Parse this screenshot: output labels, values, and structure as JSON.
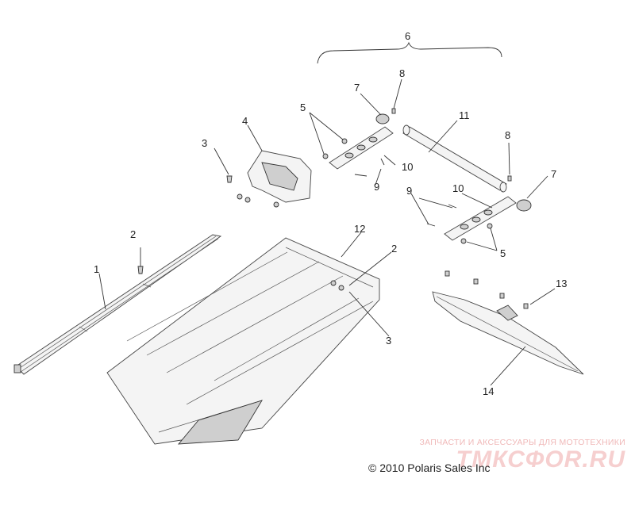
{
  "callouts": {
    "c1": "1",
    "c2a": "2",
    "c2b": "2",
    "c3a": "3",
    "c3b": "3",
    "c4": "4",
    "c5a": "5",
    "c5b": "5",
    "c6": "6",
    "c7a": "7",
    "c7b": "7",
    "c8a": "8",
    "c8b": "8",
    "c9a": "9",
    "c9b": "9",
    "c10a": "10",
    "c10b": "10",
    "c11": "11",
    "c12": "12",
    "c13": "13",
    "c14": "14"
  },
  "watermark": {
    "top": "ЗАПЧАСТИ И АКСЕССУАРЫ ДЛЯ МОТОТЕХНИКИ",
    "logo": "ТМКСФОR.RU"
  },
  "copyright": "© 2010 Polaris Sales Inc",
  "colors": {
    "line": "#333333",
    "watermark": "#f0b9b9"
  }
}
